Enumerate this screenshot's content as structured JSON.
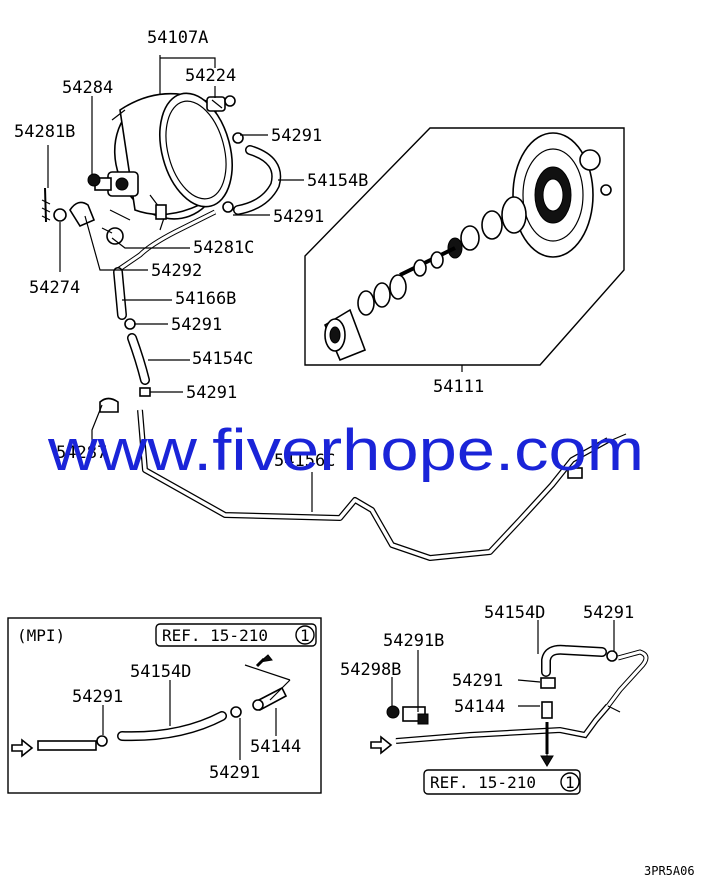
{
  "diagram": {
    "watermark": "www.fiverhope.com",
    "figure_code": "3PR5A06",
    "labels": {
      "l_54107A": "54107A",
      "l_54224": "54224",
      "l_54284": "54284",
      "l_54281B": "54281B",
      "l_54291_a": "54291",
      "l_54154B": "54154B",
      "l_54291_b": "54291",
      "l_54281C": "54281C",
      "l_54292": "54292",
      "l_54274": "54274",
      "l_54166B": "54166B",
      "l_54291_c": "54291",
      "l_54154C": "54154C",
      "l_54291_d": "54291",
      "l_54287": "54287",
      "l_54156C": "54156C",
      "l_54111": "54111"
    },
    "mpi_box": {
      "title": "(MPI)",
      "ref": "REF. 15-210",
      "ref_num": "1",
      "labels": {
        "l_54154D": "54154D",
        "l_54291_a": "54291",
        "l_54144": "54144",
        "l_54291_b": "54291"
      }
    },
    "right_group": {
      "ref": "REF. 15-210",
      "ref_num": "1",
      "labels": {
        "l_54154D": "54154D",
        "l_54291_a": "54291",
        "l_54291B": "54291B",
        "l_54298B": "54298B",
        "l_54291_b": "54291",
        "l_54144": "54144"
      }
    }
  }
}
